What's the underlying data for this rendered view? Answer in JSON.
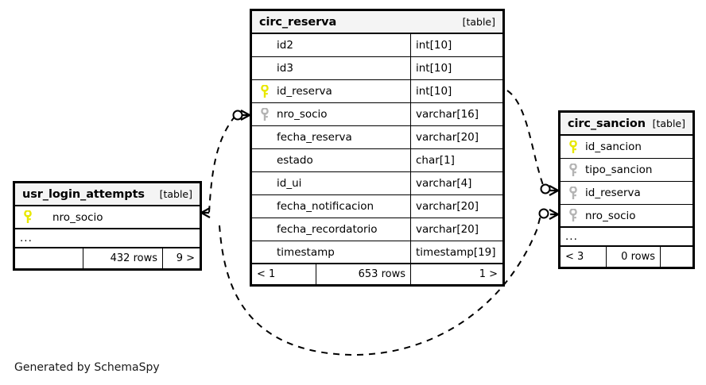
{
  "diagram": {
    "caption": "Generated by SchemaSpy",
    "table_tag": "[table]",
    "ellipsis": "...",
    "colors": {
      "primary_key": "#e8e800",
      "foreign_key": "#b4b4b4",
      "header_bg": "#f4f4f4",
      "border": "#000000"
    }
  },
  "tables": {
    "circ_reserva": {
      "name": "circ_reserva",
      "tag": "[table]",
      "columns": [
        {
          "key": "none",
          "name": "id2",
          "type": "int[10]"
        },
        {
          "key": "none",
          "name": "id3",
          "type": "int[10]"
        },
        {
          "key": "primary",
          "name": "id_reserva",
          "type": "int[10]"
        },
        {
          "key": "foreign",
          "name": "nro_socio",
          "type": "varchar[16]"
        },
        {
          "key": "none",
          "name": "fecha_reserva",
          "type": "varchar[20]"
        },
        {
          "key": "none",
          "name": "estado",
          "type": "char[1]"
        },
        {
          "key": "none",
          "name": "id_ui",
          "type": "varchar[4]"
        },
        {
          "key": "none",
          "name": "fecha_notificacion",
          "type": "varchar[20]"
        },
        {
          "key": "none",
          "name": "fecha_recordatorio",
          "type": "varchar[20]"
        },
        {
          "key": "none",
          "name": "timestamp",
          "type": "timestamp[19]"
        }
      ],
      "footer": {
        "left": "< 1",
        "middle": "653 rows",
        "right": "1 >"
      }
    },
    "usr_login_attempts": {
      "name": "usr_login_attempts",
      "tag": "[table]",
      "columns": [
        {
          "key": "primary",
          "name": "nro_socio",
          "type": ""
        }
      ],
      "ellipsis": "...",
      "footer": {
        "left": "",
        "middle": "432 rows",
        "right": "9 >"
      }
    },
    "circ_sancion": {
      "name": "circ_sancion",
      "tag": "[table]",
      "columns": [
        {
          "key": "primary",
          "name": "id_sancion",
          "type": ""
        },
        {
          "key": "foreign",
          "name": "tipo_sancion",
          "type": ""
        },
        {
          "key": "foreign",
          "name": "id_reserva",
          "type": ""
        },
        {
          "key": "foreign",
          "name": "nro_socio",
          "type": ""
        }
      ],
      "ellipsis": "...",
      "footer": {
        "left": "< 3",
        "middle": "0 rows",
        "right": ""
      }
    }
  },
  "relationships": [
    {
      "from": "circ_reserva.nro_socio",
      "to": "usr_login_attempts.nro_socio",
      "style": "dashed"
    },
    {
      "from": "circ_reserva.id_reserva",
      "to": "circ_sancion.id_reserva",
      "style": "dashed"
    },
    {
      "from": "usr_login_attempts.nro_socio",
      "to": "circ_sancion.nro_socio",
      "style": "dashed"
    }
  ]
}
